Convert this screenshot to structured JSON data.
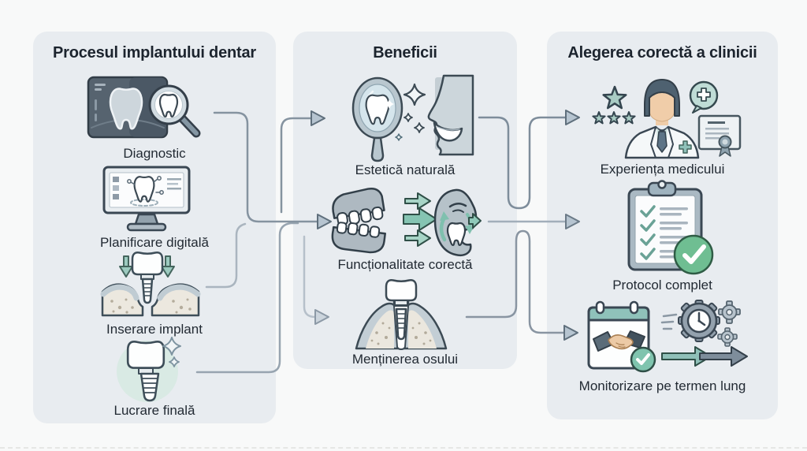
{
  "title_area": {
    "note": "dental implant infographic"
  },
  "colors": {
    "panel_bg": "#e8ecf0",
    "heading_text": "#1c242e",
    "label_text": "#222a33",
    "connector_gray": "#8593a0",
    "connector_light": "#b6c0ca",
    "teal_accent": "#8fc2ba",
    "teal_arrow": "#85c4b2",
    "green_check": "#6fbe92",
    "dark_outline": "#3a4753",
    "skin_tone": "#f0cda9",
    "xray_slate": "#56636f"
  },
  "panels": [
    {
      "title": "Procesul implantului dentar",
      "items": [
        {
          "label": "Diagnostic",
          "icon": "xray-magnifier-icon"
        },
        {
          "label": "Planificare digitală",
          "icon": "monitor-tooth-icon"
        },
        {
          "label": "Inserare implant",
          "icon": "implant-insertion-icon"
        },
        {
          "label": "Lucrare finală",
          "icon": "final-crown-icon"
        }
      ]
    },
    {
      "title": "Beneficii",
      "items": [
        {
          "label": "Estetică naturală",
          "icon": "mirror-smile-icon"
        },
        {
          "label": "Funcționalitate corectă",
          "icon": "jaws-chewing-icon"
        },
        {
          "label": "Menținerea osului",
          "icon": "bone-implant-icon"
        }
      ]
    },
    {
      "title": "Alegerea corectă a clinicii",
      "items": [
        {
          "label": "Experiența medicului",
          "icon": "doctor-stars-certificate-icon"
        },
        {
          "label": "Protocol complet",
          "icon": "clipboard-checklist-icon"
        },
        {
          "label": "Monitorizare pe termen lung",
          "icon": "calendar-handshake-gears-icon"
        }
      ]
    }
  ],
  "connections": [
    {
      "from": "Diagnostic",
      "to": "Funcționalitate corectă"
    },
    {
      "from": "Inserare implant",
      "to": "Funcționalitate corectă"
    },
    {
      "from": "Lucrare finală",
      "to": "Estetică naturală"
    },
    {
      "from": "Funcționalitate corectă",
      "to": "Menținerea osului"
    },
    {
      "from": "Estetică naturală",
      "to": "Experiența medicului"
    },
    {
      "from": "Funcționalitate corectă",
      "to": "Protocol complet"
    },
    {
      "from": "Menținerea osului",
      "to": "Monitorizare pe termen lung"
    }
  ]
}
